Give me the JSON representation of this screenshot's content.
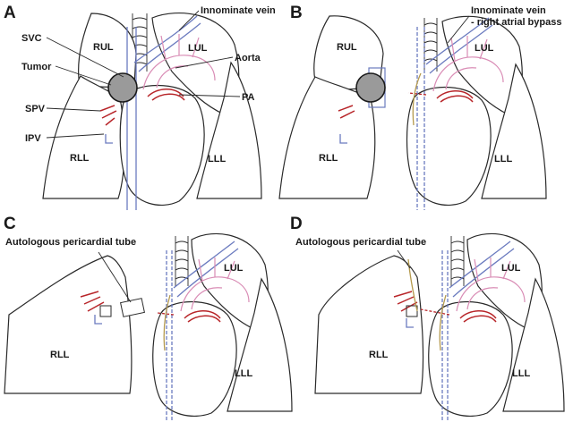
{
  "panels": {
    "a": {
      "letter": "A",
      "labels": {
        "svc": "SVC",
        "tumor": "Tumor",
        "spv": "SPV",
        "ipv": "IPV",
        "innominate": "Innominate vein",
        "aorta": "Aorta",
        "pa": "PA"
      },
      "lobes": {
        "rul": "RUL",
        "lul": "LUL",
        "rll": "RLL",
        "lll": "LLL"
      }
    },
    "b": {
      "letter": "B",
      "labels": {
        "bypass_line1": "Innominate vein",
        "bypass_line2": "- right atrial bypass"
      },
      "lobes": {
        "rul": "RUL",
        "lul": "LUL",
        "rll": "RLL",
        "lll": "LLL"
      }
    },
    "c": {
      "letter": "C",
      "labels": {
        "tube": "Autologous pericardial tube"
      },
      "lobes": {
        "rll": "RLL",
        "lul": "LUL",
        "lll": "LLL"
      }
    },
    "d": {
      "letter": "D",
      "labels": {
        "tube": "Autologous pericardial tube"
      },
      "lobes": {
        "rll": "RLL",
        "lul": "LUL",
        "lll": "LLL"
      }
    }
  },
  "colors": {
    "outline": "#2a2a2a",
    "vein": "#6b7bbf",
    "artery": "#d98cb5",
    "pulmonary": "#b8262a",
    "tumor": "#9a9a9a",
    "graft": "#b59a4e"
  }
}
